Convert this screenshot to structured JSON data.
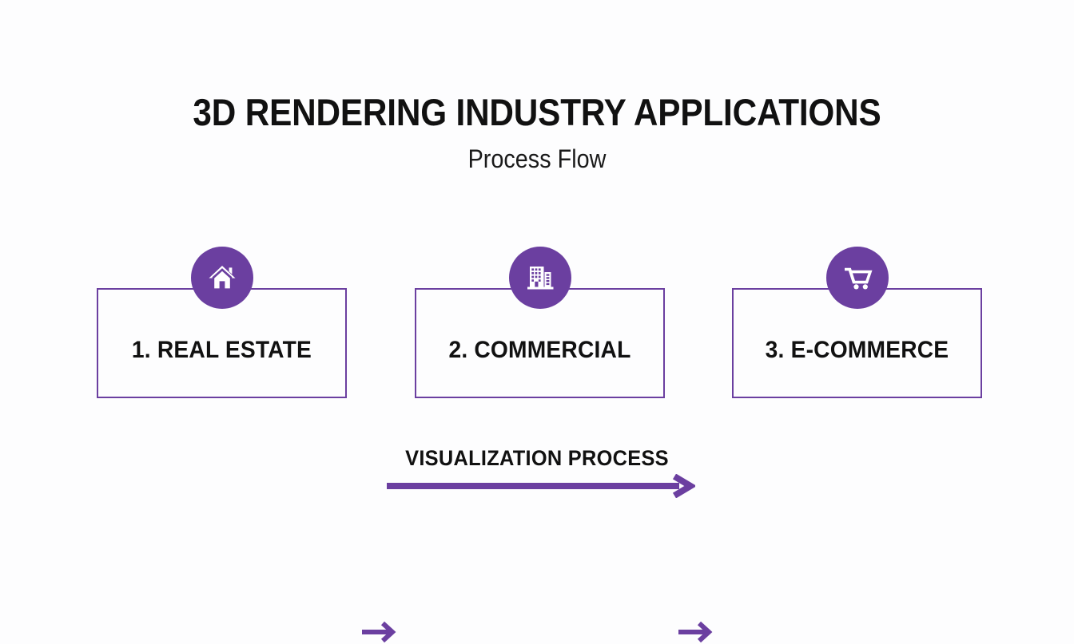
{
  "slide": {
    "background_color": "#fdfdfe",
    "accent_color": "#6b3fa0",
    "text_color": "#111111"
  },
  "header": {
    "title": "3D RENDERING INDUSTRY APPLICATIONS",
    "subtitle": "Process Flow"
  },
  "flow": {
    "steps": [
      {
        "label": "1. REAL ESTATE",
        "icon": "house-icon"
      },
      {
        "label": "2. COMMERCIAL",
        "icon": "office-building-icon"
      },
      {
        "label": "3. E-COMMERCE",
        "icon": "shopping-cart-icon"
      }
    ],
    "connectors": [
      {
        "icon": "arrow-right-icon"
      },
      {
        "icon": "arrow-right-icon"
      }
    ]
  },
  "process_band": {
    "label": "VISUALIZATION PROCESS",
    "arrow_icon": "long-arrow-right-icon",
    "arrow_color": "#6b3fa0"
  }
}
